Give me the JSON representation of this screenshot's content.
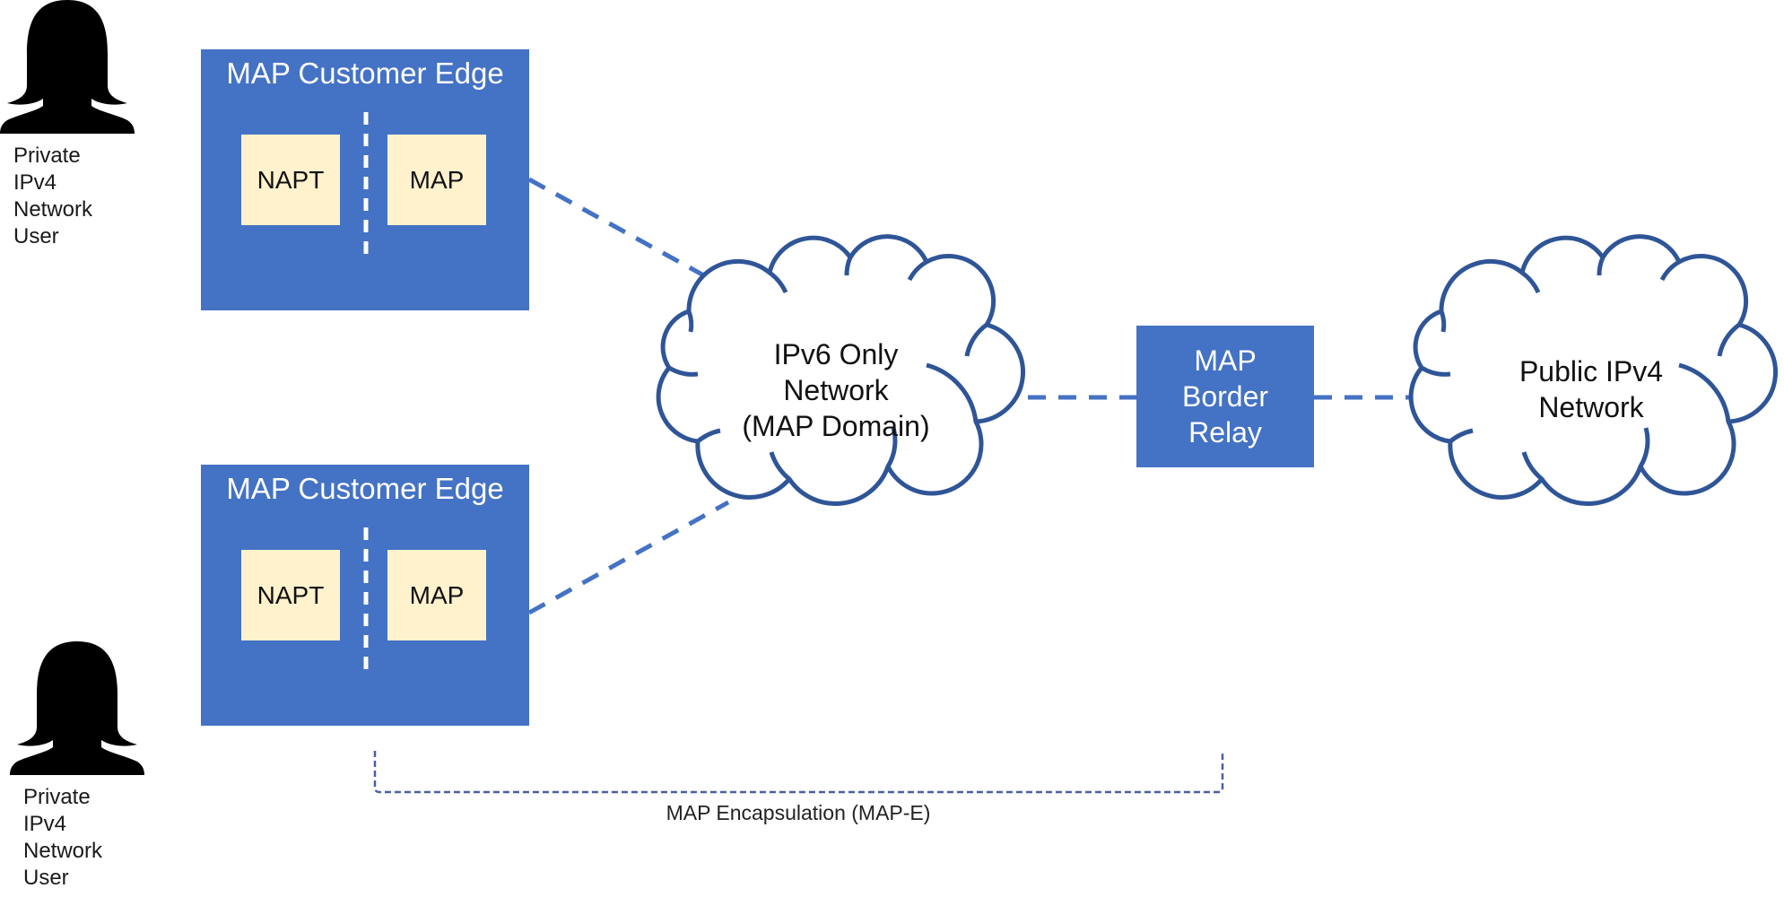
{
  "diagram": {
    "title": "MAP-E architecture",
    "colors": {
      "device_fill": "#4472C4",
      "function_fill": "#FFF2CC",
      "connector": "#4472C4",
      "cloud_outline": "#2F5597",
      "bracket": "#4A5FA0",
      "text_dark": "#111111",
      "text_light": "#FFFFFF"
    },
    "users": [
      {
        "icon": "person-silhouette-icon",
        "label_lines": [
          "Private",
          "IPv4",
          "Network",
          "User"
        ]
      },
      {
        "icon": "person-silhouette-icon",
        "label_lines": [
          "Private",
          "IPv4",
          "Network",
          "User"
        ]
      }
    ],
    "customer_edges": [
      {
        "title": "MAP Customer Edge",
        "functions": [
          "NAPT",
          "MAP"
        ]
      },
      {
        "title": "MAP Customer Edge",
        "functions": [
          "NAPT",
          "MAP"
        ]
      }
    ],
    "ipv6_cloud": {
      "icon": "cloud-icon",
      "label_lines": [
        "IPv6 Only",
        "Network",
        "(MAP Domain)"
      ]
    },
    "border_relay": {
      "label_lines": [
        "MAP",
        "Border",
        "Relay"
      ]
    },
    "ipv4_cloud": {
      "icon": "cloud-icon",
      "label_lines": [
        "Public IPv4",
        "Network"
      ]
    },
    "encapsulation": {
      "label": "MAP Encapsulation (MAP-E)"
    },
    "connections": [
      {
        "from": "customer-edge-1",
        "to": "ipv6-cloud",
        "style": "dashed"
      },
      {
        "from": "customer-edge-2",
        "to": "ipv6-cloud",
        "style": "dashed"
      },
      {
        "from": "ipv6-cloud",
        "to": "border-relay",
        "style": "dashed"
      },
      {
        "from": "border-relay",
        "to": "ipv4-cloud",
        "style": "dashed"
      }
    ]
  }
}
